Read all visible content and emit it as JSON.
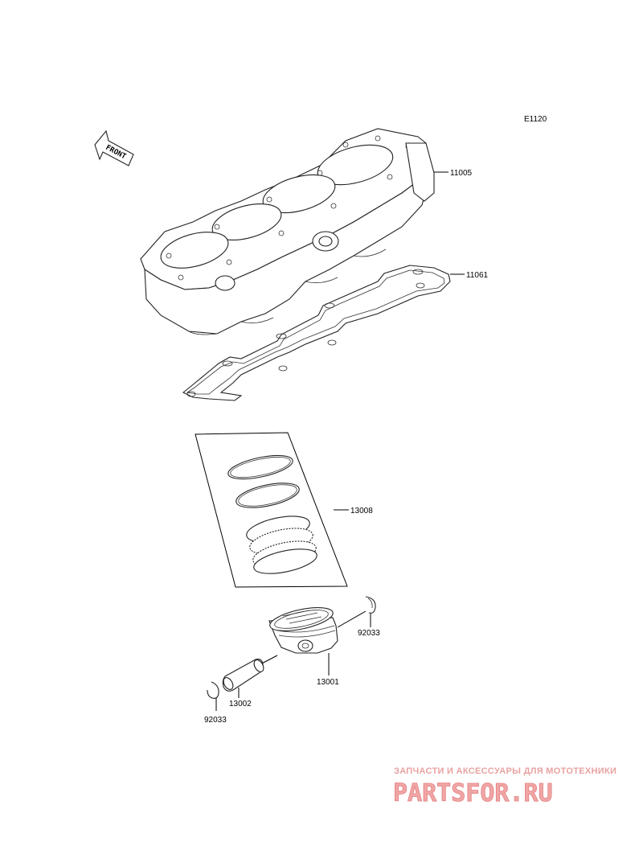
{
  "diagram_code": "E1120",
  "front_label": "FRONT",
  "parts": {
    "cylinder": "11005",
    "gasket": "11061",
    "ring_set": "13008",
    "piston": "13001",
    "pin": "13002",
    "clip_right": "92033",
    "clip_left": "92033"
  },
  "watermark": {
    "tagline": "ЗАПЧАСТИ И АКСЕССУАРЫ ДЛЯ МОТОТЕХНИКИ",
    "logo": "PARTSFOR.RU"
  }
}
